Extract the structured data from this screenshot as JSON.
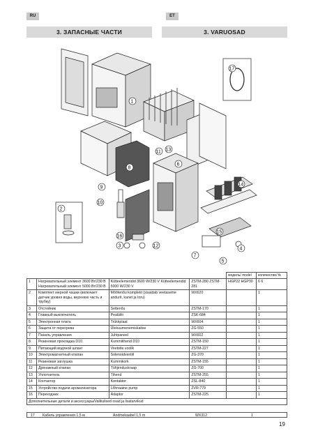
{
  "header": {
    "lang_ru": "RU",
    "lang_et": "ET",
    "title_ru": "3. ЗАПАСНЫЕ ЧАСТИ",
    "title_et": "3. VARUOSAD"
  },
  "diagram": {
    "callouts": [
      "1",
      "2",
      "3",
      "4",
      "5",
      "6",
      "7",
      "8",
      "9",
      "10",
      "11",
      "12",
      "13",
      "14",
      "15",
      "16",
      "17"
    ]
  },
  "table": {
    "header_model": "модель/ model",
    "header_qty": "количество/ tk",
    "rows": [
      {
        "no": "1",
        "ru": "Нагревательный элемент 3600 Вт/230 В Нагревательный элемент 5000 Вт/230 В",
        "et": "Kütteelemendid 3600 W/230 V Kütteelemendid 5000 W/230 V",
        "code": "ZSTM-280 ZSTM-281",
        "model": "HGP22 HGP30",
        "qty": "6 6"
      },
      {
        "no": "2",
        "ru": "Комплект мерной чашки (включает датчик уровня воды, верхнюю часть и трубку)",
        "et": "Mõõtenõu komplekt (sisaldab veetaseme andurit, kanet ja toru)",
        "code": "WX620",
        "model": "",
        "qty": "1"
      },
      {
        "no": "3",
        "ru": "Отстойник",
        "et": "Settenõu",
        "code": "ZSTM-170",
        "model": "",
        "qty": "1"
      },
      {
        "no": "4",
        "ru": "Главный выключатель",
        "et": "Pealüliti",
        "code": "ZSK-684",
        "model": "",
        "qty": "1"
      },
      {
        "no": "5",
        "ru": "Электронная плата",
        "et": "Trükkplaat",
        "code": "WX604",
        "model": "",
        "qty": "1"
      },
      {
        "no": "6",
        "ru": "Защита от перегрева",
        "et": "Ülekuumenemiskaitse",
        "code": "ZG-550",
        "model": "",
        "qty": "1"
      },
      {
        "no": "7",
        "ru": "Панель управления",
        "et": "Juhtpaneel",
        "code": "WX602",
        "model": "",
        "qty": "1"
      },
      {
        "no": "8",
        "ru": "Резиновая прокладка D10",
        "et": "Kummitihend D10",
        "code": "ZSTM-150",
        "model": "",
        "qty": "1"
      },
      {
        "no": "9",
        "ru": "Питающий водяной шланг",
        "et": "Veetoite voolik",
        "code": "ZSTM-227",
        "model": "",
        "qty": "1"
      },
      {
        "no": "10",
        "ru": "Электромагнитный клапан",
        "et": "Solenoidventiil",
        "code": "ZG-370",
        "model": "",
        "qty": "1"
      },
      {
        "no": "11",
        "ru": "Резиновая заглушка",
        "et": "Kummikork",
        "code": "ZSTM-155",
        "model": "",
        "qty": "1"
      },
      {
        "no": "12",
        "ru": "Дренажный клапан",
        "et": "Tühjenduskraap",
        "code": "ZG-700",
        "model": "",
        "qty": "1"
      },
      {
        "no": "13",
        "ru": "Уплотнитель",
        "et": "Tihend",
        "code": "ZSTM-255",
        "model": "",
        "qty": "1"
      },
      {
        "no": "14",
        "ru": "Контактор",
        "et": "Kontaktor",
        "code": "ZSL-840",
        "model": "",
        "qty": "1"
      },
      {
        "no": "15",
        "ru": "Устройство подачи ароматизатора",
        "et": "Lõhnaaine pump",
        "code": "ZVR-779",
        "model": "",
        "qty": "1"
      },
      {
        "no": "16",
        "ru": "Переходник",
        "et": "Adaptor",
        "code": "ZSTM-225",
        "model": "",
        "qty": "1"
      }
    ],
    "accessories_title": "Дополнительные детали и аксессуары/Valikulised osad ja lisatarvikud",
    "accessory": {
      "no": "17",
      "ru": "Кабель управления 1,5 м",
      "et": "Andmekaabel 1,5 m",
      "code": "WX312",
      "qty": "1"
    }
  },
  "page_number": "19"
}
